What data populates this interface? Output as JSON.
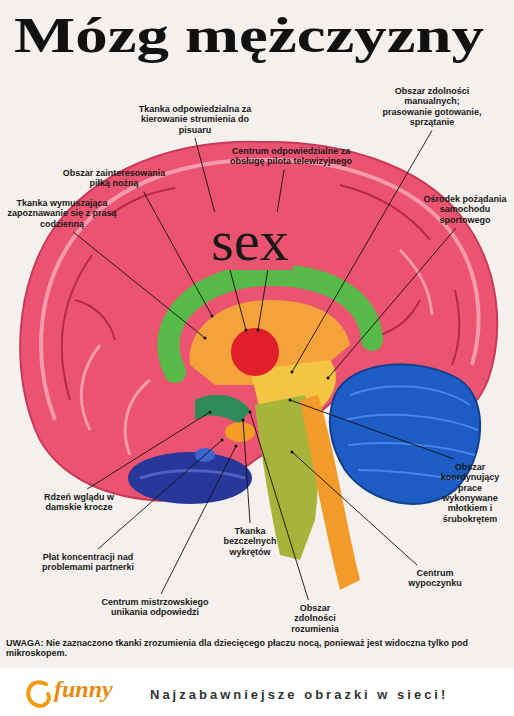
{
  "diagram": {
    "title": "Mózg mężczyzny",
    "labels": [
      "Tkanka odpowiedzialna za kierowanie strumienia do pisuaru",
      "Obszar zdolności manualnych; prasowanie gotowanie, sprzątanie",
      "Centrum odpowiedzialne za obsługę pilota telewizyjnego",
      "Obszar zainteresowania piłką nożną",
      "Ośrodek pożądania samochodu sportowego",
      "Tkanka wymuszająca zapoznawanie się z prasą codzienną",
      "sex",
      "Obszar koordynujący prace wykonywane młotkiem i śrubokrętem",
      "Rdzeń wglądu w damskie krocze",
      "Tkanka bezczelnych wykrętów",
      "Płat koncentracji nad problemami partnerki",
      "Centrum wypoczynku",
      "Centrum mistrzowskiego unikania odpowiedzi",
      "Obszar zdolności rozumienia",
      "UWAGA: Nie zaznaczono tkanki zrozumienia dla dziecięcego płaczu nocą, ponieważ jest widoczna tylko pod mikroskopem.",
      "funny",
      "Najzabawniejsze obrazki w sieci!"
    ]
  }
}
